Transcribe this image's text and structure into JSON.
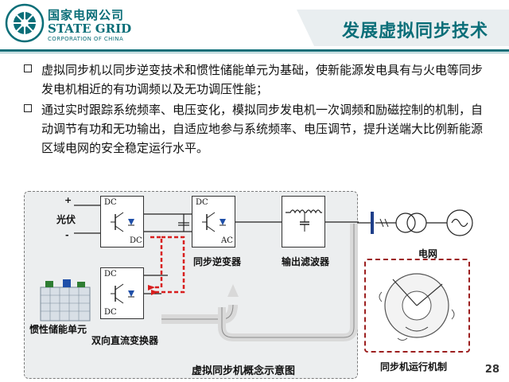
{
  "header": {
    "company_cn": "国家电网公司",
    "company_en": "STATE GRID",
    "company_en_sub": "CORPORATION OF CHINA",
    "title": "发展虚拟同步技术"
  },
  "bullets": [
    {
      "text": "虚拟同步机以同步逆变技术和惯性储能单元为基础，使新能源发电具有与火电等同步发电机相近的有功调频以及无功调压性能；"
    },
    {
      "text": "通过实时跟踪系统频率、电压变化，模拟同步发电机一次调频和励磁控制的机制，自动调节有功和无功输出，自适应地参与系统频率、电压调节，提升送端大比例新能源区域电网的安全稳定运行水平。"
    }
  ],
  "diagram": {
    "pv_label": "光伏",
    "plus": "+",
    "minus": "-",
    "dc_top_in": "DC",
    "dc_top_out": "DC",
    "dc_bottom_in": "DC",
    "dc_bottom_out": "DC",
    "inv_in": "DC",
    "inv_out": "AC",
    "sync_inverter_label": "同步逆变器",
    "output_filter_label": "输出滤波器",
    "bidirectional_dc_label": "双向直流变换器",
    "storage_label": "惯性储能单元",
    "grid_label": "电网",
    "caption": "虚拟同步机概念示意图"
  },
  "sync_machine_caption": "同步机运行机制",
  "page_number": "28",
  "colors": {
    "brand": "#0a6e78",
    "red_flow": "#d81e1e",
    "frame": "#9c1f1f"
  }
}
